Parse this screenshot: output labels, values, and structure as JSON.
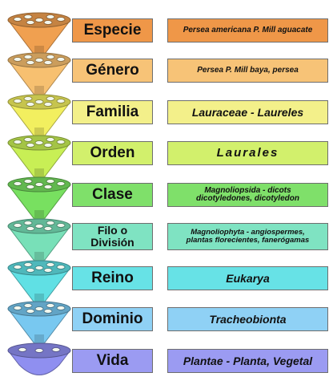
{
  "levels": [
    {
      "rank": "Especie",
      "name": "Persea americana P. Mill  aguacate",
      "color": "#f0a050",
      "box": "#ef9748"
    },
    {
      "rank": "Género",
      "name": "Persea P. Mill  baya, persea",
      "color": "#f7c070",
      "box": "#f7c377"
    },
    {
      "rank": "Familia",
      "name": "Lauraceae - Laureles",
      "color": "#f2ef5f",
      "box": "#f3f08a"
    },
    {
      "rank": "Orden",
      "name": "Laurales",
      "color": "#c8ef55",
      "box": "#d2f06c"
    },
    {
      "rank": "Clase",
      "name": "Magnoliopsida - dicots\ndicotyledones, dicotyledon",
      "color": "#78e060",
      "box": "#7fe06a"
    },
    {
      "rank": "Filo o\nDivisión",
      "name": "Magnoliophyta - angiospermes,\nplantas florecientes, fanerógamas",
      "color": "#78e0b8",
      "box": "#7fe3c2"
    },
    {
      "rank": "Reino",
      "name": "Eukarya",
      "color": "#60e0e4",
      "box": "#67e2e6"
    },
    {
      "rank": "Dominio",
      "name": "Tracheobionta",
      "color": "#78c8f0",
      "box": "#8fd1f5"
    },
    {
      "rank": "Vida",
      "name": "Plantae - Planta, Vegetal",
      "color": "#8f8ff0",
      "box": "#9b9bf2"
    }
  ]
}
